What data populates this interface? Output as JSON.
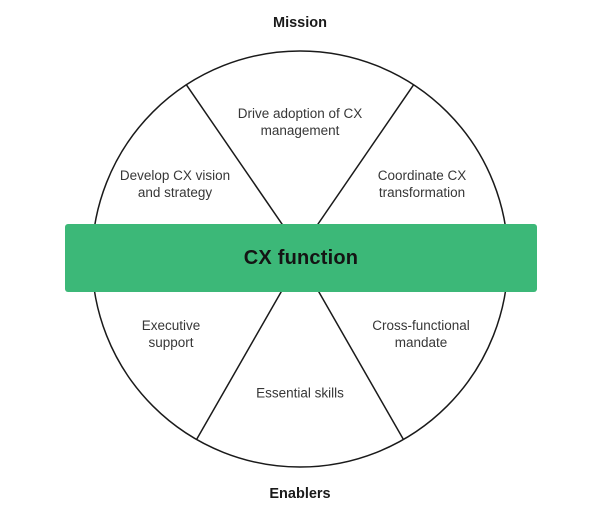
{
  "diagram": {
    "title_top": "Mission",
    "title_bottom": "Enablers",
    "banner": {
      "label": "CX function",
      "color": "#3CB878"
    },
    "segments": [
      {
        "id": "develop-cx-vision",
        "lines": [
          "Develop CX vision",
          "and strategy"
        ]
      },
      {
        "id": "drive-adoption",
        "lines": [
          "Drive adoption of CX",
          "management"
        ]
      },
      {
        "id": "coordinate-transformation",
        "lines": [
          "Coordinate CX",
          "transformation"
        ]
      },
      {
        "id": "executive-support",
        "lines": [
          "Executive",
          "support"
        ]
      },
      {
        "id": "essential-skills",
        "lines": [
          "Essential skills"
        ]
      },
      {
        "id": "cross-functional-mandate",
        "lines": [
          "Cross-functional",
          "mandate"
        ]
      }
    ]
  }
}
